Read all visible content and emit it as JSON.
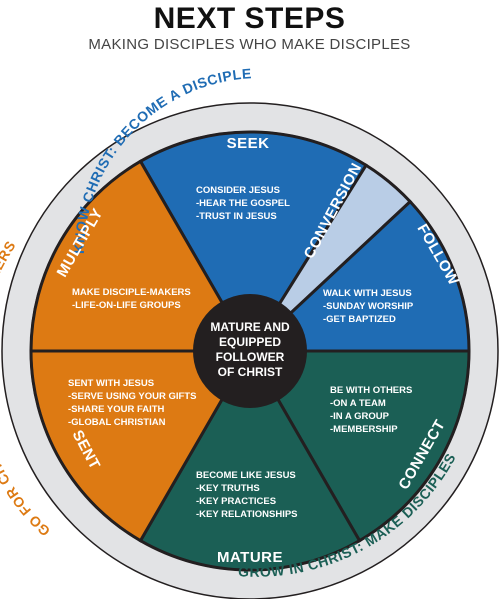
{
  "header": {
    "title": "NEXT STEPS",
    "subtitle": "MAKING DISCIPLES WHO MAKE DISCIPLES"
  },
  "ring": {
    "top": "KNOW CHRIST: BECOME A DISCIPLE",
    "left": "GO FOR CHRIST: MAKE DISCIPLE MAKERS",
    "bottom": "GROW IN CHRIST: MAKE DISCIPLES"
  },
  "center": {
    "lines": [
      "MATURE AND",
      "EQUIPPED",
      "FOLLOWER",
      "OF CHRIST"
    ]
  },
  "segments": {
    "seek": {
      "name": "SEEK",
      "lines": [
        "CONSIDER JESUS",
        "-HEAR THE GOSPEL",
        "-TRUST IN JESUS"
      ]
    },
    "conversion": {
      "name": "CONVERSION"
    },
    "follow": {
      "name": "FOLLOW",
      "lines": [
        "WALK WITH JESUS",
        "-SUNDAY WORSHIP",
        "-GET BAPTIZED"
      ]
    },
    "connect": {
      "name": "CONNECT",
      "lines": [
        "BE WITH OTHERS",
        "-ON A TEAM",
        "-IN A GROUP",
        "-MEMBERSHIP"
      ]
    },
    "mature": {
      "name": "MATURE",
      "lines": [
        "BECOME LIKE JESUS",
        "-KEY TRUTHS",
        "-KEY PRACTICES",
        "-KEY RELATIONSHIPS"
      ]
    },
    "sent": {
      "name": "SENT",
      "lines": [
        "SENT WITH JESUS",
        "-SERVE USING YOUR GIFTS",
        "-SHARE YOUR FAITH",
        "-GLOBAL CHRISTIAN"
      ]
    },
    "multiply": {
      "name": "MULTIPLY",
      "lines": [
        "MAKE DISCIPLE-MAKERS",
        "-LIFE-ON-LIFE GROUPS"
      ]
    }
  },
  "colors": {
    "blue": "#1f6cb4",
    "teal": "#1b5f55",
    "orange": "#dd7a13",
    "light_blue": "#b9cde6",
    "ring_gray": "#e2e3e5",
    "center": "#231f20",
    "blue_text": "#1f6cb4",
    "teal_text": "#1b5f55",
    "orange_text": "#dd7a13"
  }
}
